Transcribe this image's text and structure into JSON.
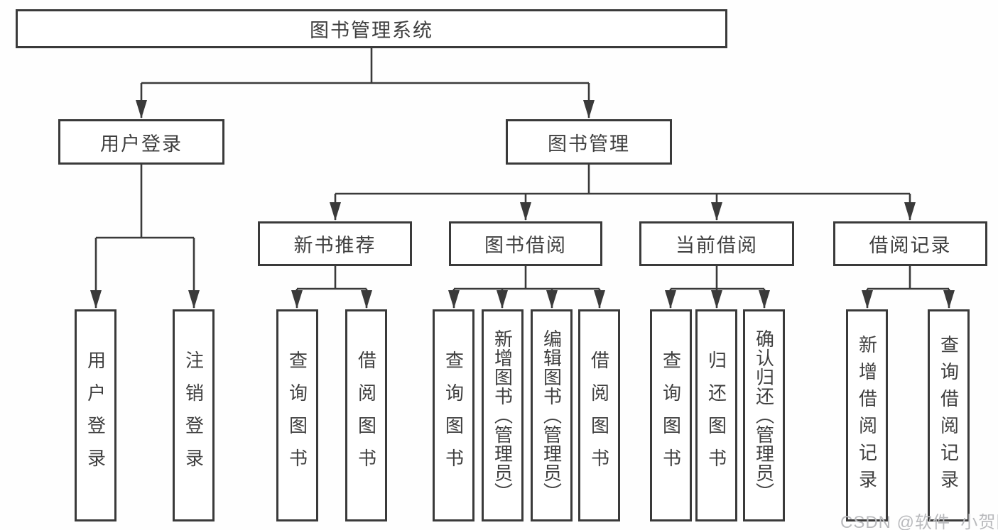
{
  "diagram": {
    "title": "图书管理系统",
    "nodes": {
      "root": "图书管理系统",
      "user_login": "用户登录",
      "book_mgmt": "图书管理",
      "new_book_rec": "新书推荐",
      "book_borrow": "图书借阅",
      "current_borrow": "当前借阅",
      "borrow_records": "借阅记录",
      "leaf_user_login": "用户登录",
      "leaf_logout": "注销登录",
      "leaf_rec_query_books": "查询图书",
      "leaf_rec_borrow_books": "借阅图书",
      "leaf_bb_query_books": "查询图书",
      "leaf_bb_add_books": "新增图书（管理员）",
      "leaf_bb_edit_books": "编辑图书（管理员）",
      "leaf_bb_borrow_books": "借阅图书",
      "leaf_cb_query_books": "查询图书",
      "leaf_cb_return_books": "归还图书",
      "leaf_cb_confirm_return": "确认归还（管理员）",
      "leaf_br_add_record": "新增借阅记录",
      "leaf_br_query_record": "查询借阅记录"
    },
    "colors": {
      "line": "#3a3a3a",
      "text": "#3f3f3f",
      "box_fill": "#ffffff",
      "watermark": "#b9babd"
    },
    "watermark": "CSDN @软件_小贺同学"
  }
}
